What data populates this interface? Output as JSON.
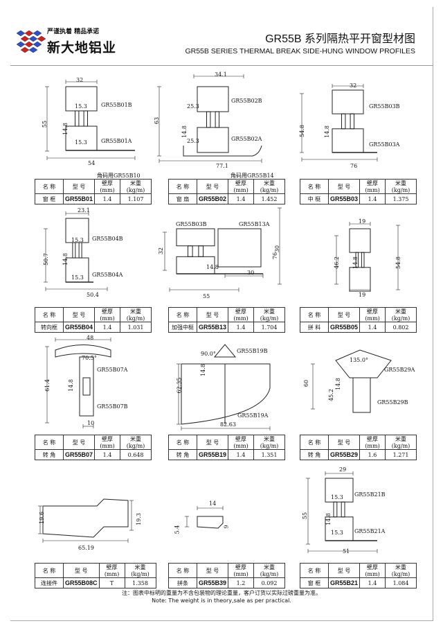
{
  "header": {
    "slogan": "严谨执着 精品承诺",
    "brand": "新大地铝业",
    "title_cn": "GR55B 系列隔热平开窗型材图",
    "title_en": "GR55B   SERIES THERMAL BREAK SIDE-HUNG WINDOW PROFILES"
  },
  "table_headers": [
    "名 称",
    "型 号",
    "壁厚(mm)",
    "米重(kg/m)"
  ],
  "profiles": [
    {
      "name": "窗 框",
      "code": "GR55B01",
      "thickness": "1.4",
      "weight": "1.107",
      "note": "角码用GR55B10",
      "dims": [
        "32",
        "55",
        "54",
        "15.3",
        "14.8",
        "15.3",
        "GR55B01B",
        "GR55B01A"
      ]
    },
    {
      "name": "窗 扇",
      "code": "GR55B02",
      "thickness": "1.4",
      "weight": "1.452",
      "note": "角码用GR55B14",
      "dims": [
        "34.1",
        "63",
        "77.1",
        "25.3",
        "14.8",
        "25.3",
        "GR55B02B",
        "GR55B02A"
      ]
    },
    {
      "name": "中 梃",
      "code": "GR55B03",
      "thickness": "1.4",
      "weight": "1.375",
      "dims": [
        "32",
        "54.8",
        "76",
        "14.8",
        "GR55B03B",
        "GR55B03A"
      ]
    },
    {
      "name": "转向框",
      "code": "GR55B04",
      "thickness": "1.4",
      "weight": "1.031",
      "dims": [
        "23.1",
        "50.7",
        "50.4",
        "15.3",
        "14.8",
        "15.3",
        "GR55B04B",
        "GR55B04A"
      ]
    },
    {
      "name": "加强中梃",
      "code": "GR55B13",
      "thickness": "1.4",
      "weight": "1.704",
      "dims": [
        "GR55B03B",
        "GR55B13A",
        "32",
        "30",
        "76",
        "14.8",
        "30",
        "55"
      ]
    },
    {
      "name": "拼 料",
      "code": "GR55B05",
      "thickness": "1.4",
      "weight": "0.802",
      "dims": [
        "19",
        "46.2",
        "14.8",
        "54.8",
        "19"
      ]
    },
    {
      "name": "转 角",
      "code": "GR55B07",
      "thickness": "1.4",
      "weight": "0.648",
      "dims": [
        "48",
        "70.5°",
        "GR55B07A",
        "61.4",
        "14.8",
        "GR55B07B",
        "10"
      ]
    },
    {
      "name": "转 角",
      "code": "GR55B19",
      "thickness": "1.4",
      "weight": "1.351",
      "dims": [
        "90.0°",
        "GR55B19B",
        "62.35",
        "14.8",
        "82.63",
        "GR55B19A"
      ]
    },
    {
      "name": "转 角",
      "code": "GR55B29",
      "thickness": "1.6",
      "weight": "1.271",
      "dims": [
        "135.0°",
        "GR55B29A",
        "60",
        "45.2",
        "14.8",
        "GR55B29B"
      ]
    },
    {
      "name": "连接件",
      "code": "GR55B08C",
      "thickness": "T",
      "weight": "1.358",
      "dims": [
        "19.6",
        "19.3",
        "65.19"
      ]
    },
    {
      "name": "拼条",
      "code": "GR55B39",
      "thickness": "1.2",
      "weight": "0.092",
      "dims": [
        "14",
        "5.4",
        "9"
      ]
    },
    {
      "name": "窗 框",
      "code": "GR55B21",
      "thickness": "1.4",
      "weight": "1.084",
      "dims": [
        "29",
        "GR55B21B",
        "55",
        "15.3",
        "14.8",
        "15.3",
        "GR55B21A",
        "51"
      ]
    }
  ],
  "footer": {
    "note_cn": "注：图表中标明的重量为不含包装物的理论重量，客户订货以实际过磅重量为准。",
    "note_en": "Note: The weight is in theory,sale as per practical."
  }
}
